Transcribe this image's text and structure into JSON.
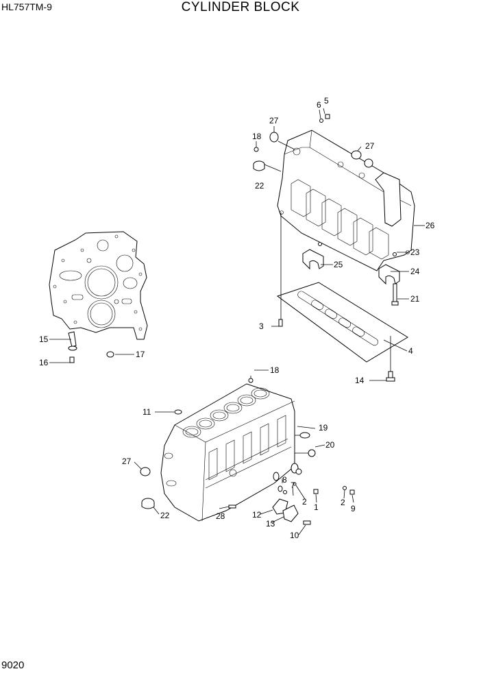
{
  "header": {
    "model": "HL757TM-9",
    "title": "CYLINDER BLOCK"
  },
  "footer": {
    "page_number": "9020"
  },
  "callouts": {
    "c1": "1",
    "c2a": "2",
    "c2b": "2",
    "c3": "3",
    "c4": "4",
    "c5": "5",
    "c6": "6",
    "c7": "7",
    "c8": "8",
    "c9": "9",
    "c10": "10",
    "c11": "11",
    "c12": "12",
    "c13": "13",
    "c14": "14",
    "c15": "15",
    "c16": "16",
    "c17": "17",
    "c18a": "18",
    "c18b": "18",
    "c19": "19",
    "c20": "20",
    "c21": "21",
    "c22a": "22",
    "c22b": "22",
    "c23": "23",
    "c24": "24",
    "c25": "25",
    "c26": "26",
    "c27a": "27",
    "c27b": "27",
    "c27c": "27",
    "c28": "28"
  }
}
